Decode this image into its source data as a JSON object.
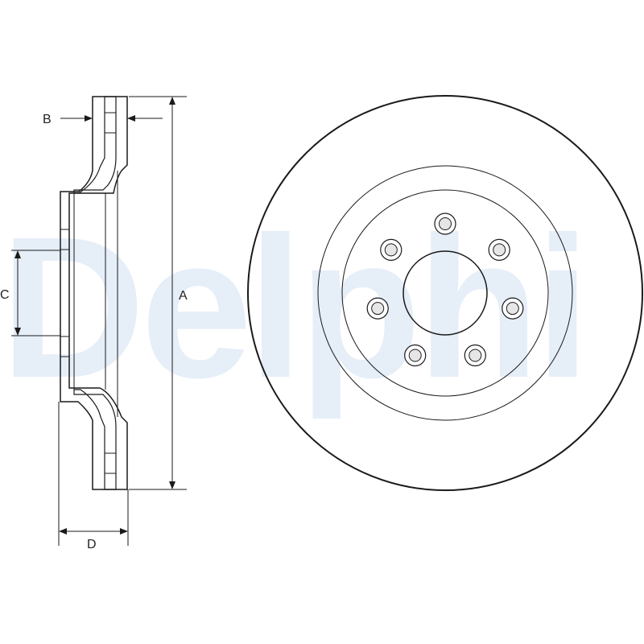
{
  "watermark": {
    "text": "Delphi",
    "color": "#e6eef8"
  },
  "dimensions": {
    "a": "A",
    "b": "B",
    "c": "C",
    "d": "D"
  },
  "colors": {
    "line": "#1a1a1a",
    "section_fill": "#e6e6e6",
    "bolt_fill": "#e6e6e6"
  },
  "front_view": {
    "bolt_holes": 7
  }
}
